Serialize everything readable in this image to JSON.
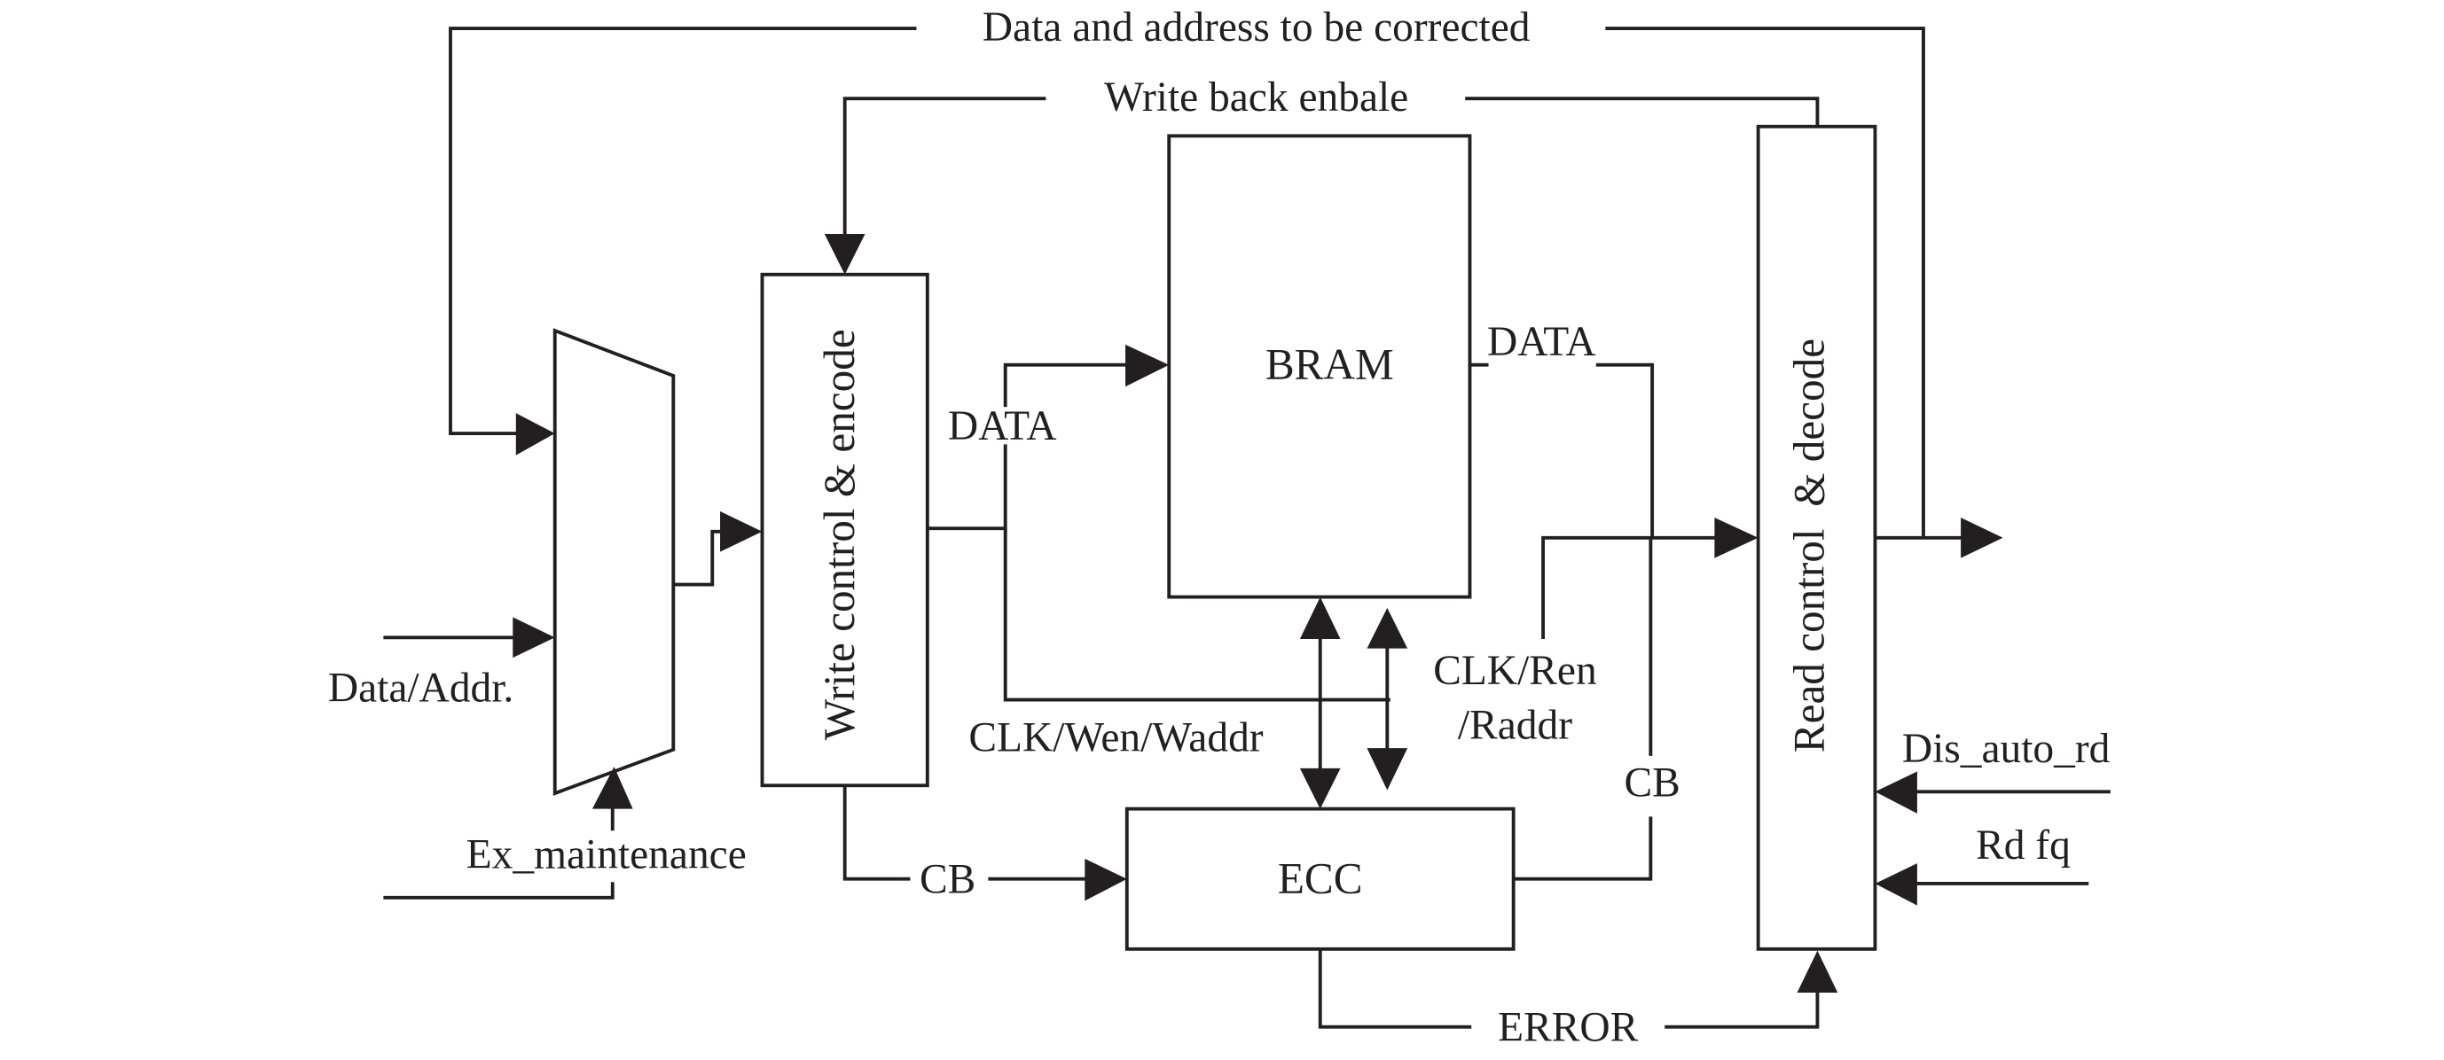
{
  "diagram": {
    "colors": {
      "stroke": "#231f20",
      "background": "#ffffff"
    },
    "blocks": {
      "mux": "",
      "write_ctrl": "Write control & encode",
      "bram": "BRAM",
      "ecc": "ECC",
      "read_ctrl": "Read control  & decode"
    },
    "signals": {
      "feedback_top": "Data and address to be corrected",
      "write_back": "Write back enbale",
      "data_in": "Data/Addr.",
      "ex_maintenance": "Ex_maintenance",
      "wr_data": "DATA",
      "rd_data": "DATA",
      "clk_wen": "CLK/Wen/Waddr",
      "clk_ren_1": "CLK/Ren",
      "clk_ren_2": "/Raddr",
      "cb_write": "CB",
      "cb_read": "CB",
      "error": "ERROR",
      "dis_auto_rd": "Dis_auto_rd",
      "rd_fq": "Rd fq"
    }
  }
}
